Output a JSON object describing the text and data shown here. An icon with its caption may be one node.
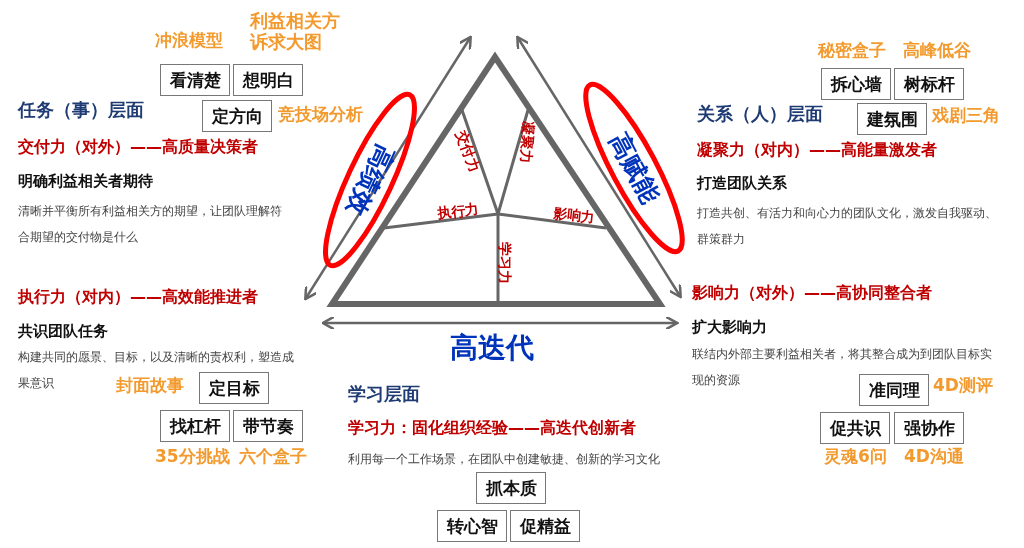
{
  "diagram": {
    "nodes": [
      {
        "text": [
          "看清楚"
        ]
      },
      {
        "text": [
          "想明白"
        ]
      },
      {
        "text": [
          "定方向"
        ]
      },
      {
        "text": [
          "拆心墙"
        ]
      },
      {
        "text": [
          "树标杆"
        ]
      },
      {
        "text": [
          "建氛围"
        ]
      },
      {
        "text": [
          "高绩效"
        ]
      },
      {
        "text": [
          "高赋能"
        ]
      },
      {
        "text": [
          "定目标"
        ]
      },
      {
        "text": [
          "找杠杆"
        ]
      },
      {
        "text": [
          "带节奏"
        ]
      },
      {
        "text": [
          "准同理"
        ]
      },
      {
        "text": [
          "促共识"
        ]
      },
      {
        "text": [
          "强协作"
        ]
      },
      {
        "text": [
          "抓本质"
        ]
      },
      {
        "text": [
          "转心智"
        ]
      },
      {
        "text": [
          "促精益"
        ]
      }
    ],
    "labels": [
      "冲浪模型",
      "利益相关方诉求大图",
      "竞技场分析",
      "任务（事）层面",
      "交付力（对外）——高质量决策者",
      "明确利益相关者期待",
      "清晰并平衡所有利益相关方的期望，让团队理解符合期望的交付物是什么",
      "秘密盒子",
      "高峰低谷",
      "戏剧三角",
      "关系（人）层面",
      "凝聚力（对内）——高能量激发者",
      "打造团队关系",
      "打造共创、有活力和向心力的团队文化，激发自我驱动、群策群力",
      "交付力",
      "凝聚力",
      "执行力",
      "影响力",
      "学习力",
      "高迭代",
      "执行力（对内）——高效能推进者",
      "共识团队任务",
      "构建共同的愿景、目标，以及清晰的责权利，塑造成果意识",
      "封面故事",
      "35分挑战",
      "六个盒子",
      "影响力（对外）——高协同整合者",
      "扩大影响力",
      "联结内外部主要利益相关者，将其整合成为到团队目标实现的资源",
      "4D测评",
      "灵魂6问",
      "4D沟通",
      "学习层面",
      "学习力：固化组织经验——高迭代创新者",
      "利用每一个工作场景，在团队中创建敏捷、创新的学习文化"
    ]
  }
}
